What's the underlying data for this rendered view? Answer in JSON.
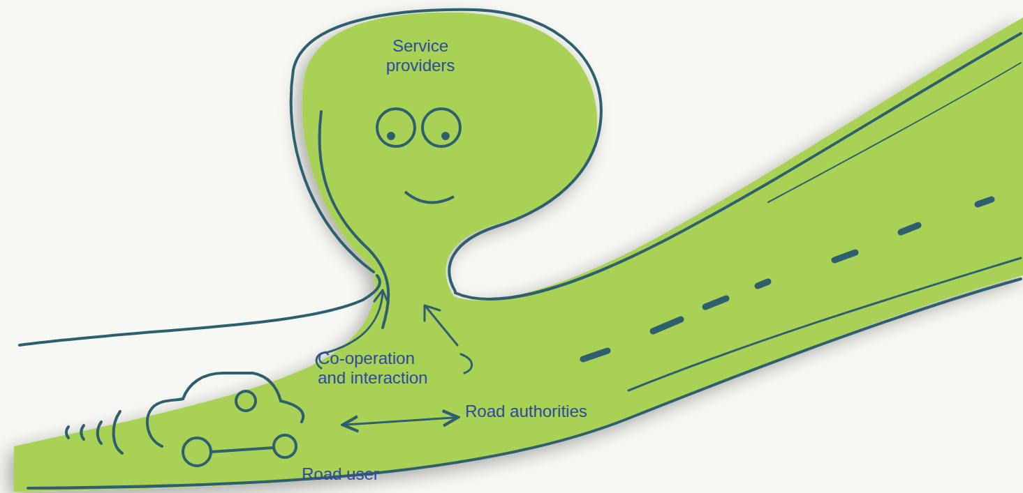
{
  "diagram": {
    "nodes": [
      {
        "text": [
          "Service providers"
        ]
      },
      {
        "text": [
          "Road user"
        ]
      },
      {
        "text": [
          "Road authorities"
        ]
      }
    ],
    "edges": [
      {
        "from": 1,
        "to": 2,
        "arrow": "both"
      }
    ],
    "labels": [
      "Co-operation and interaction"
    ]
  }
}
